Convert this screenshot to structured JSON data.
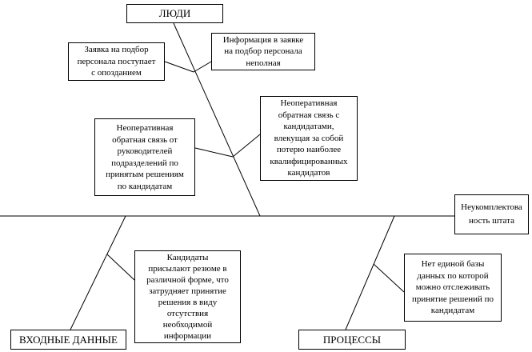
{
  "diagram": {
    "type": "fishbone",
    "effect": {
      "label": "Неукомплектова\nность штата"
    },
    "categories": [
      {
        "id": "people",
        "label": "ЛЮДИ",
        "causes": [
          "Заявка на подбор\nперсонала поступает\nс опозданием",
          "Информация в заявке\nна подбор персонала\nнеполная",
          "Неоперативная\nобратная связь от\nруководителей\nподразделений по\nпринятым решениям\nпо кандидатам",
          "Неоперативная\nобратная связь с\nкандидатами,\nвлекущая за собой\nпотерю наиболее\nквалифицированных\nкандидатов"
        ]
      },
      {
        "id": "input-data",
        "label": "ВХОДНЫЕ ДАННЫЕ",
        "causes": [
          "Кандидаты\nприсылают резюме в\nразличной форме, что\nзатрудняет принятие\nрешения в виду\nотсутствия\nнеобходимой\nинформации"
        ]
      },
      {
        "id": "processes",
        "label": "ПРОЦЕССЫ",
        "causes": [
          "Нет единой базы\nданных по которой\nможно отслеживать\nпринятие решений по\nкандидатам"
        ]
      }
    ],
    "colors": {
      "line": "#000000",
      "border": "#000000",
      "background": "#ffffff",
      "text": "#000000"
    }
  }
}
